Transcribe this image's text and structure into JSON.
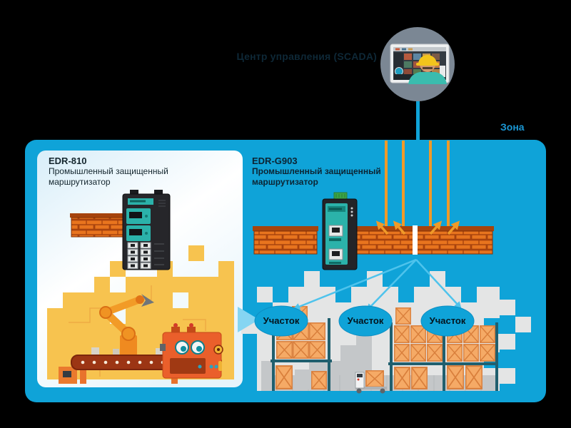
{
  "header": {
    "control_center_label": "Центр управления (SCADA)",
    "zone_label": "Зона"
  },
  "zone": {
    "left_router": {
      "model": "EDR-810",
      "desc_line1": "Промышленный защищенный",
      "desc_line2": "маршрутизатор"
    },
    "right_router": {
      "model": "EDR-G903",
      "desc_line1": "Промышленный защищенный",
      "desc_line2": "маршрутизатор"
    },
    "sections": [
      {
        "label": "Участок"
      },
      {
        "label": "Участок"
      },
      {
        "label": "Участок"
      }
    ]
  },
  "icons": {
    "scada_operator": "operator-at-scada-monitor",
    "firewall": "brick-wall",
    "left_router_device": "din-rail-router-8-port",
    "right_router_device": "din-rail-router-2-port",
    "factory": "robot-arm-and-conveyor",
    "warehouse": "storage-racks-with-crates",
    "attack_arrows": "orange-arrows-deflected-by-firewall",
    "distribution_arrows": "blue-fan-arrows-to-sections"
  },
  "colors": {
    "background": "#000000",
    "zone_fill": "#0fa3d8",
    "zone_label_text": "#1a97d4",
    "panel_top": "#d8eef9",
    "title_text": "#0d2433",
    "factory_yellow": "#f7c34f",
    "brick_orange": "#e8741e",
    "attack_arrow": "#f09a28",
    "crate_orange": "#f5aa66",
    "warehouse_grey": "#e4e5e5",
    "operator_circle": "#7b8794"
  }
}
